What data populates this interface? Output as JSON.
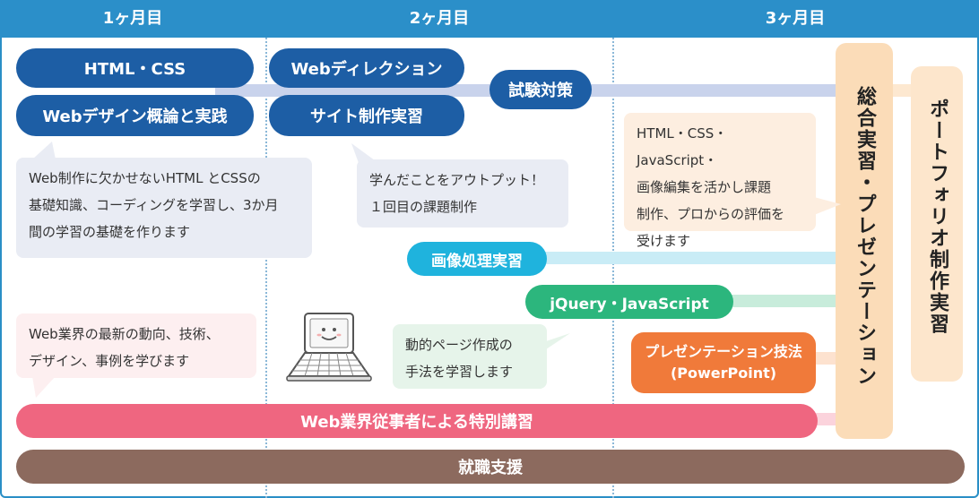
{
  "months": [
    "1ヶ月目",
    "2ヶ月目",
    "3ヶ月目"
  ],
  "pills": {
    "html_css": "HTML・CSS",
    "web_design": "Webデザイン概論と実践",
    "web_direction": "Webディレクション",
    "site_practice": "サイト制作実習",
    "exam_prep": "試験対策",
    "image_processing": "画像処理実習",
    "jquery_js": "jQuery・JavaScript",
    "presentation_line1": "プレゼンテーション技法",
    "presentation_line2": "(PowerPoint)",
    "special_lecture": "Web業界従事者による特別講習",
    "job_support": "就職支援"
  },
  "notes": {
    "note1": [
      "Web制作に欠かせないHTML とCSSの",
      "基礎知識、コーディングを学習し、3か月",
      "間の学習の基礎を作ります"
    ],
    "note2": [
      "学んだことをアウトプット！",
      "１回目の課題制作"
    ],
    "note3": [
      "HTML・CSS・JavaScript・",
      "画像編集を活かし課題",
      "制作、プロからの評価を",
      "受けます"
    ],
    "note4": [
      "Web業界の最新の動向、技術、",
      "デザイン、事例を学びます"
    ],
    "note5": [
      "動的ページ作成の",
      "手法を学習します"
    ]
  },
  "vertical": {
    "comprehensive": "総合実習・プレゼンテーション",
    "portfolio": "ポートフォリオ制作実習"
  },
  "colors": {
    "header": "#2b8fc9",
    "navy": "#1d5ea5",
    "cyan": "#1fb3dd",
    "green": "#2cb67d",
    "orange": "#f07a3a",
    "pink": "#ef6680",
    "brown": "#8c6a5e",
    "peach": "#fbdcb8"
  },
  "icons": [
    "laptop-icon"
  ]
}
